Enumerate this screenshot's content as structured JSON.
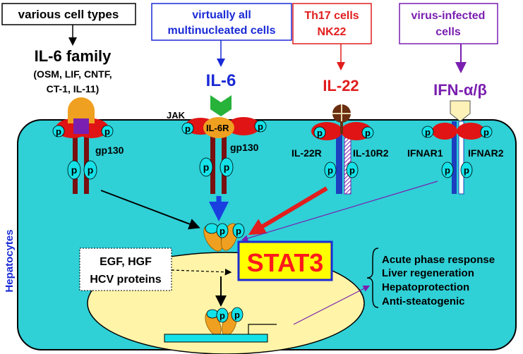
{
  "sources": {
    "various": "various cell types",
    "multinucleated_1": "virtually all",
    "multinucleated_2": "multinucleated cells",
    "th17_1": "Th17 cells",
    "th17_2": "NK22",
    "virus_1": "virus-infected",
    "virus_2": "cells"
  },
  "ligands": {
    "il6_family": "IL-6 family",
    "il6_family_members_1": "(OSM, LIF, CNTF,",
    "il6_family_members_2": "CT-1, IL-11)",
    "il6": "IL-6",
    "il22": "IL-22",
    "ifn": "IFN-α/β"
  },
  "receptors": {
    "gp130_left": "gp130",
    "jak": "JAK",
    "il6r": "IL-6R",
    "gp130_mid": "gp130",
    "il22r": "IL-22R",
    "il10r2": "IL-10R2",
    "ifnar1": "IFNAR1",
    "ifnar2": "IFNAR2"
  },
  "phospho_label": "p",
  "cell_label": "Hepatocytes",
  "stat3": "STAT3",
  "inducers": {
    "line1": "EGF, HGF",
    "line2": "HCV proteins"
  },
  "outcomes": [
    "Acute phase response",
    "Liver regeneration",
    "Hepatoprotection",
    "Anti-steatogenic"
  ],
  "colors": {
    "cell_fill": "#2fd0d6",
    "nucleus_fill": "#fff4a8",
    "receptor_dark": "#7a0f0f",
    "receptor_blue": "#1c3fbf",
    "blue_text": "#1a2ad6",
    "red_text": "#e11d1d",
    "purple_text": "#7a1fb0",
    "stat3_text": "#ff1a1a",
    "stat3_fill": "#ffff00",
    "p_fill": "#15e2e8",
    "oval_red": "#e01414",
    "ligand_orange": "#f0a020",
    "ligand_green": "#27b23a",
    "ligand_brown": "#6a2e10",
    "ligand_beige": "#fff2b8"
  }
}
